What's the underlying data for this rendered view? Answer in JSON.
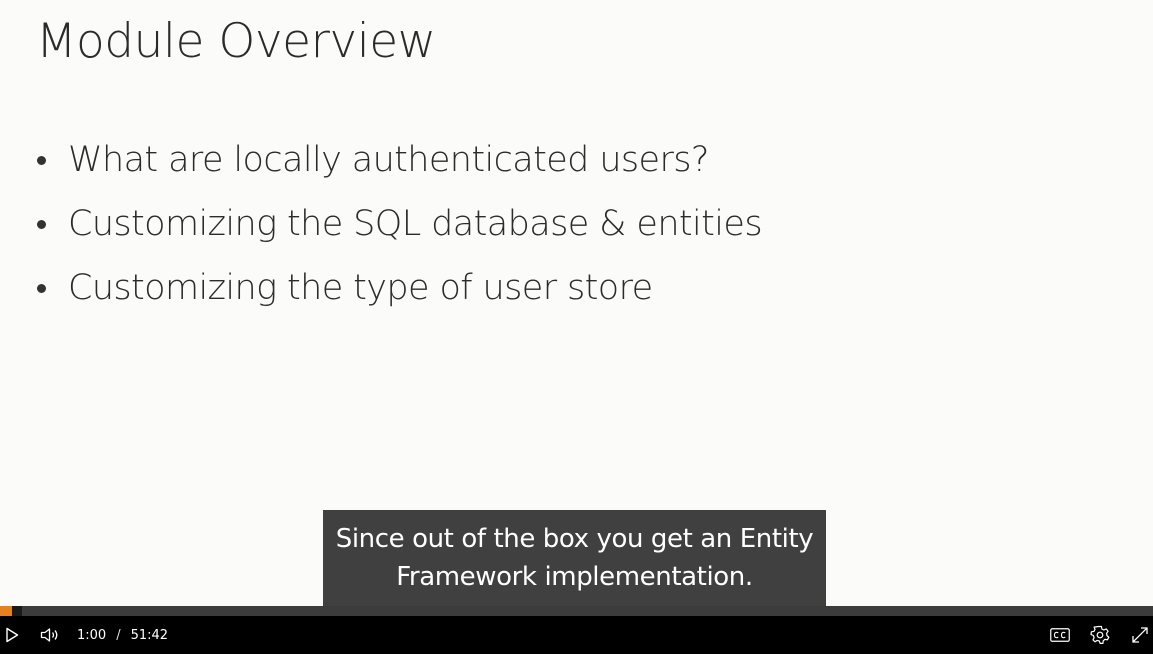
{
  "slide": {
    "title": "Module Overview",
    "bullets": [
      "What are locally authenticated users?",
      "Customizing the SQL database & entities",
      "Customizing the type of user store"
    ]
  },
  "caption": {
    "lines": [
      "Since out of the box you get an Entity",
      "Framework implementation."
    ]
  },
  "player": {
    "current_time": "1:00",
    "separator": "/",
    "duration": "51:42",
    "progress_fraction": 0.0193,
    "accent_color": "#e6821e",
    "icons": {
      "play": "play-icon",
      "volume": "volume-icon",
      "captions": "closed-captions-icon",
      "settings": "gear-icon",
      "fullscreen": "fullscreen-icon"
    }
  }
}
